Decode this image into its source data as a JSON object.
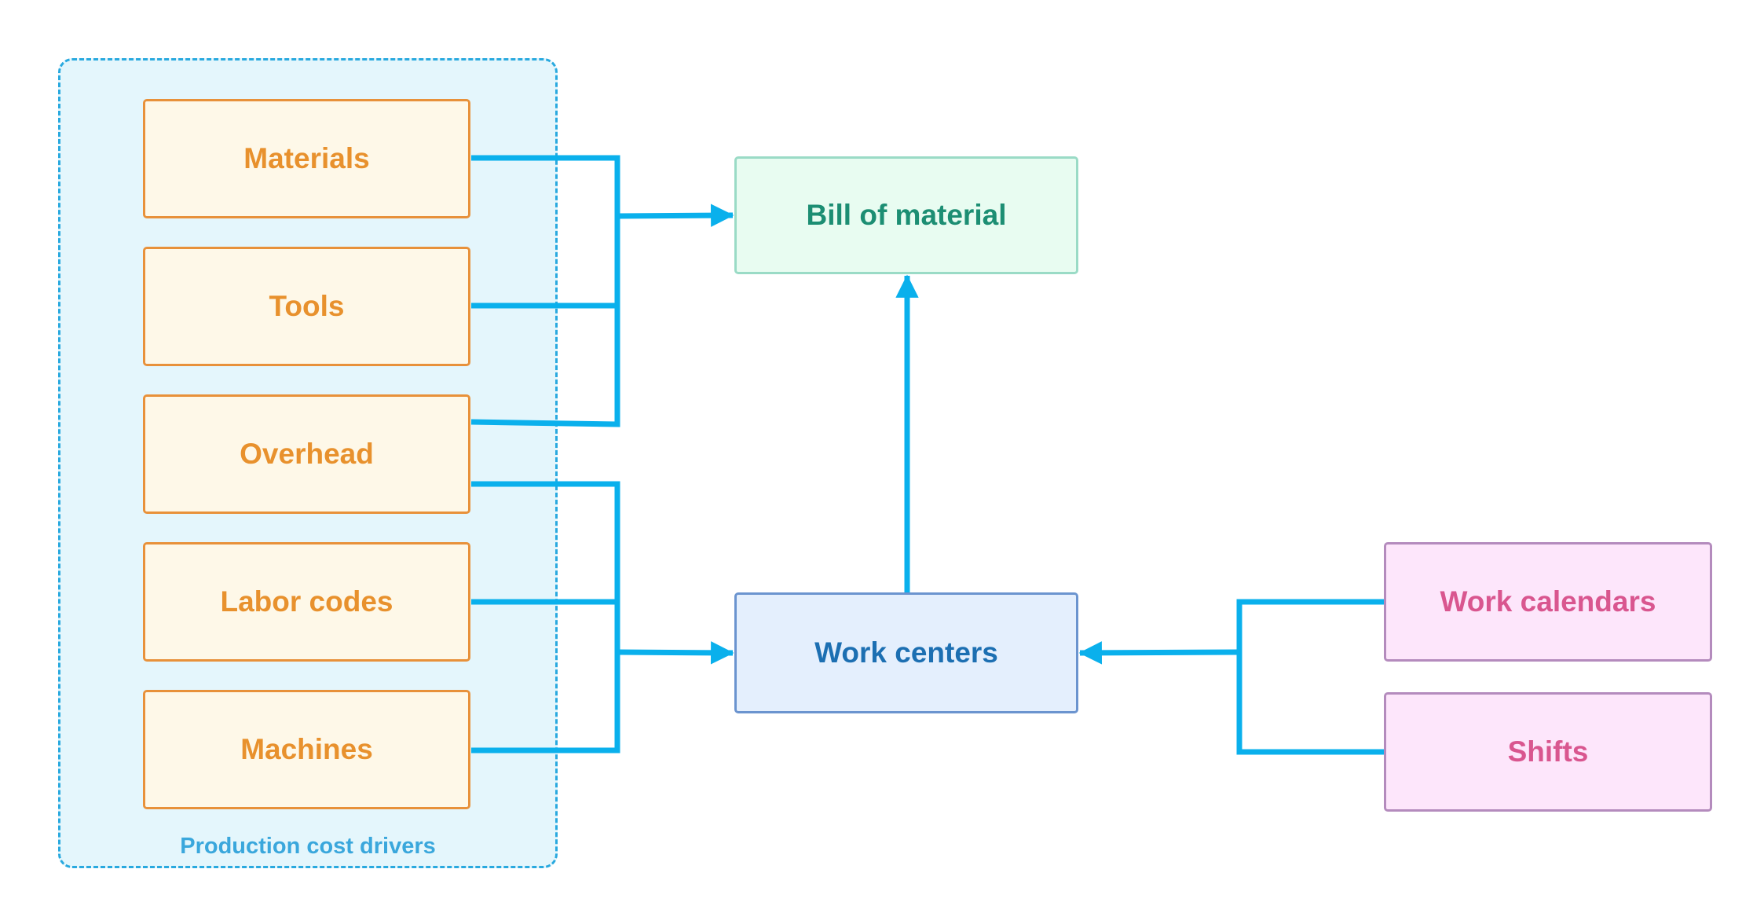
{
  "group": {
    "label": "Production cost drivers"
  },
  "drivers": [
    {
      "label": "Materials"
    },
    {
      "label": "Tools"
    },
    {
      "label": "Overhead"
    },
    {
      "label": "Labor codes"
    },
    {
      "label": "Machines"
    }
  ],
  "targets": {
    "bill_of_material": "Bill of material",
    "work_centers": "Work centers"
  },
  "inputs": [
    {
      "label": "Work calendars"
    },
    {
      "label": "Shifts"
    }
  ],
  "colors": {
    "connector": "#0ab0ec",
    "group_border": "#29a9df",
    "driver_border": "#e8913a",
    "driver_text": "#e8912d",
    "bom_text": "#1c8e73",
    "work_centers_text": "#1c6fb2",
    "input_text": "#d9568f"
  }
}
